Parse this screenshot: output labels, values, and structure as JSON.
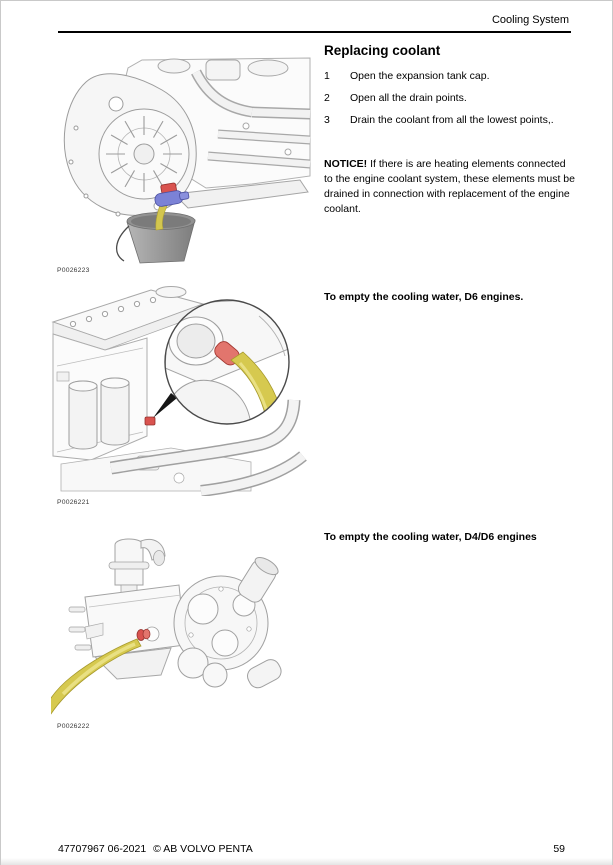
{
  "header": {
    "title": "Cooling System"
  },
  "section": {
    "title": "Replacing coolant",
    "steps": [
      {
        "num": "1",
        "text": "Open the expansion tank cap."
      },
      {
        "num": "2",
        "text": "Open all the drain points."
      },
      {
        "num": "3",
        "text": "Drain the coolant from all the lowest points,."
      }
    ],
    "notice_label": "NOTICE!",
    "notice_text": " If there is are heating elements connected to the engine coolant system, these elements must be drained in connection with replacement of the engine coolant.",
    "caption_d6": "To empty the cooling water, D6 engines.",
    "caption_d4d6": "To empty the cooling water, D4/D6 engines"
  },
  "figures": [
    {
      "id": "P0026223",
      "name": "engine-coolant-drain-into-bucket"
    },
    {
      "id": "P0026221",
      "name": "d6-engine-drain-point-magnified"
    },
    {
      "id": "P0026222",
      "name": "d4-d6-heat-exchanger-drain-hose"
    }
  ],
  "footer": {
    "doc_ref": "47707967 06-2021",
    "copyright": "© AB VOLVO PENTA",
    "page_number": "59"
  },
  "colors": {
    "drain_valve_blue": "#7b82d6",
    "drain_red": "#d9534f",
    "hose_yellow": "#d6c94f",
    "bucket_gray": "#8f8f8f"
  }
}
